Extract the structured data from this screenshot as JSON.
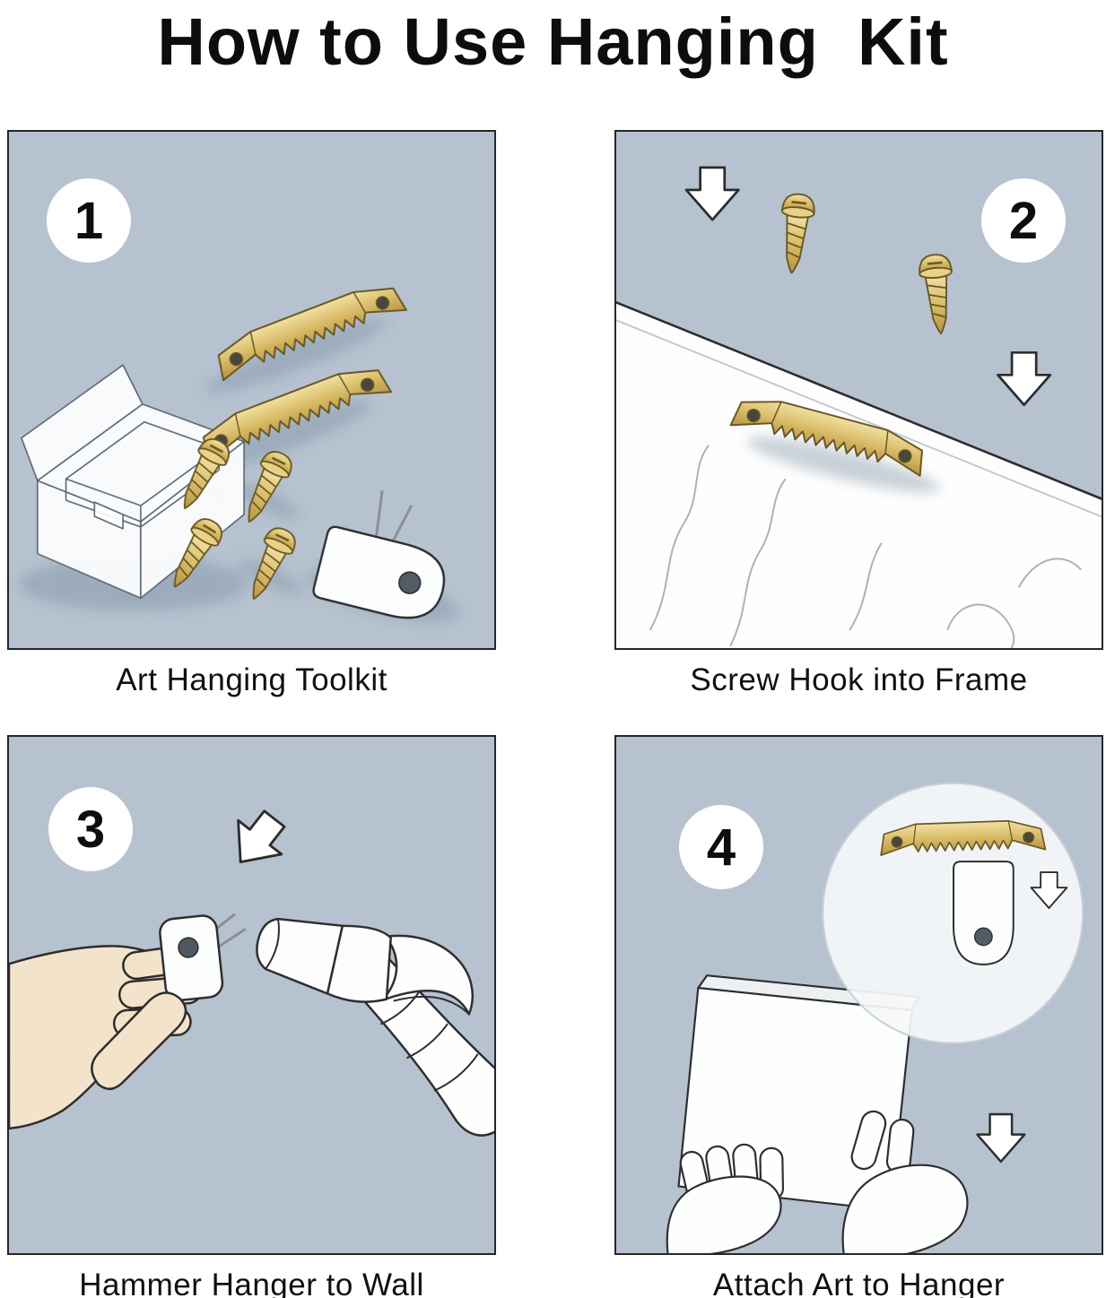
{
  "title": "How to Use Hanging  Kit",
  "panels": [
    {
      "number": "1",
      "caption": "Art Hanging Toolkit",
      "illustration": "toolkit-with-sawtooth-hangers-screws-hook-and-box"
    },
    {
      "number": "2",
      "caption": "Screw Hook into Frame",
      "illustration": "sawtooth-hanger-on-wood-frame-with-screws-and-arrows"
    },
    {
      "number": "3",
      "caption": "Hammer Hanger to Wall",
      "illustration": "hand-holding-hanger-with-hammer"
    },
    {
      "number": "4",
      "caption": "Attach Art to Hanger",
      "illustration": "hands-placing-canvas-on-hanger-with-detail-circle"
    }
  ],
  "colors": {
    "page_background": "#ffffff",
    "panel_background": "#b6c2cf",
    "panel_border": "#262626",
    "brass": "#dcc06d",
    "skin": "#f4e3cb",
    "line": "#2e2e2e",
    "text": "#101010"
  }
}
